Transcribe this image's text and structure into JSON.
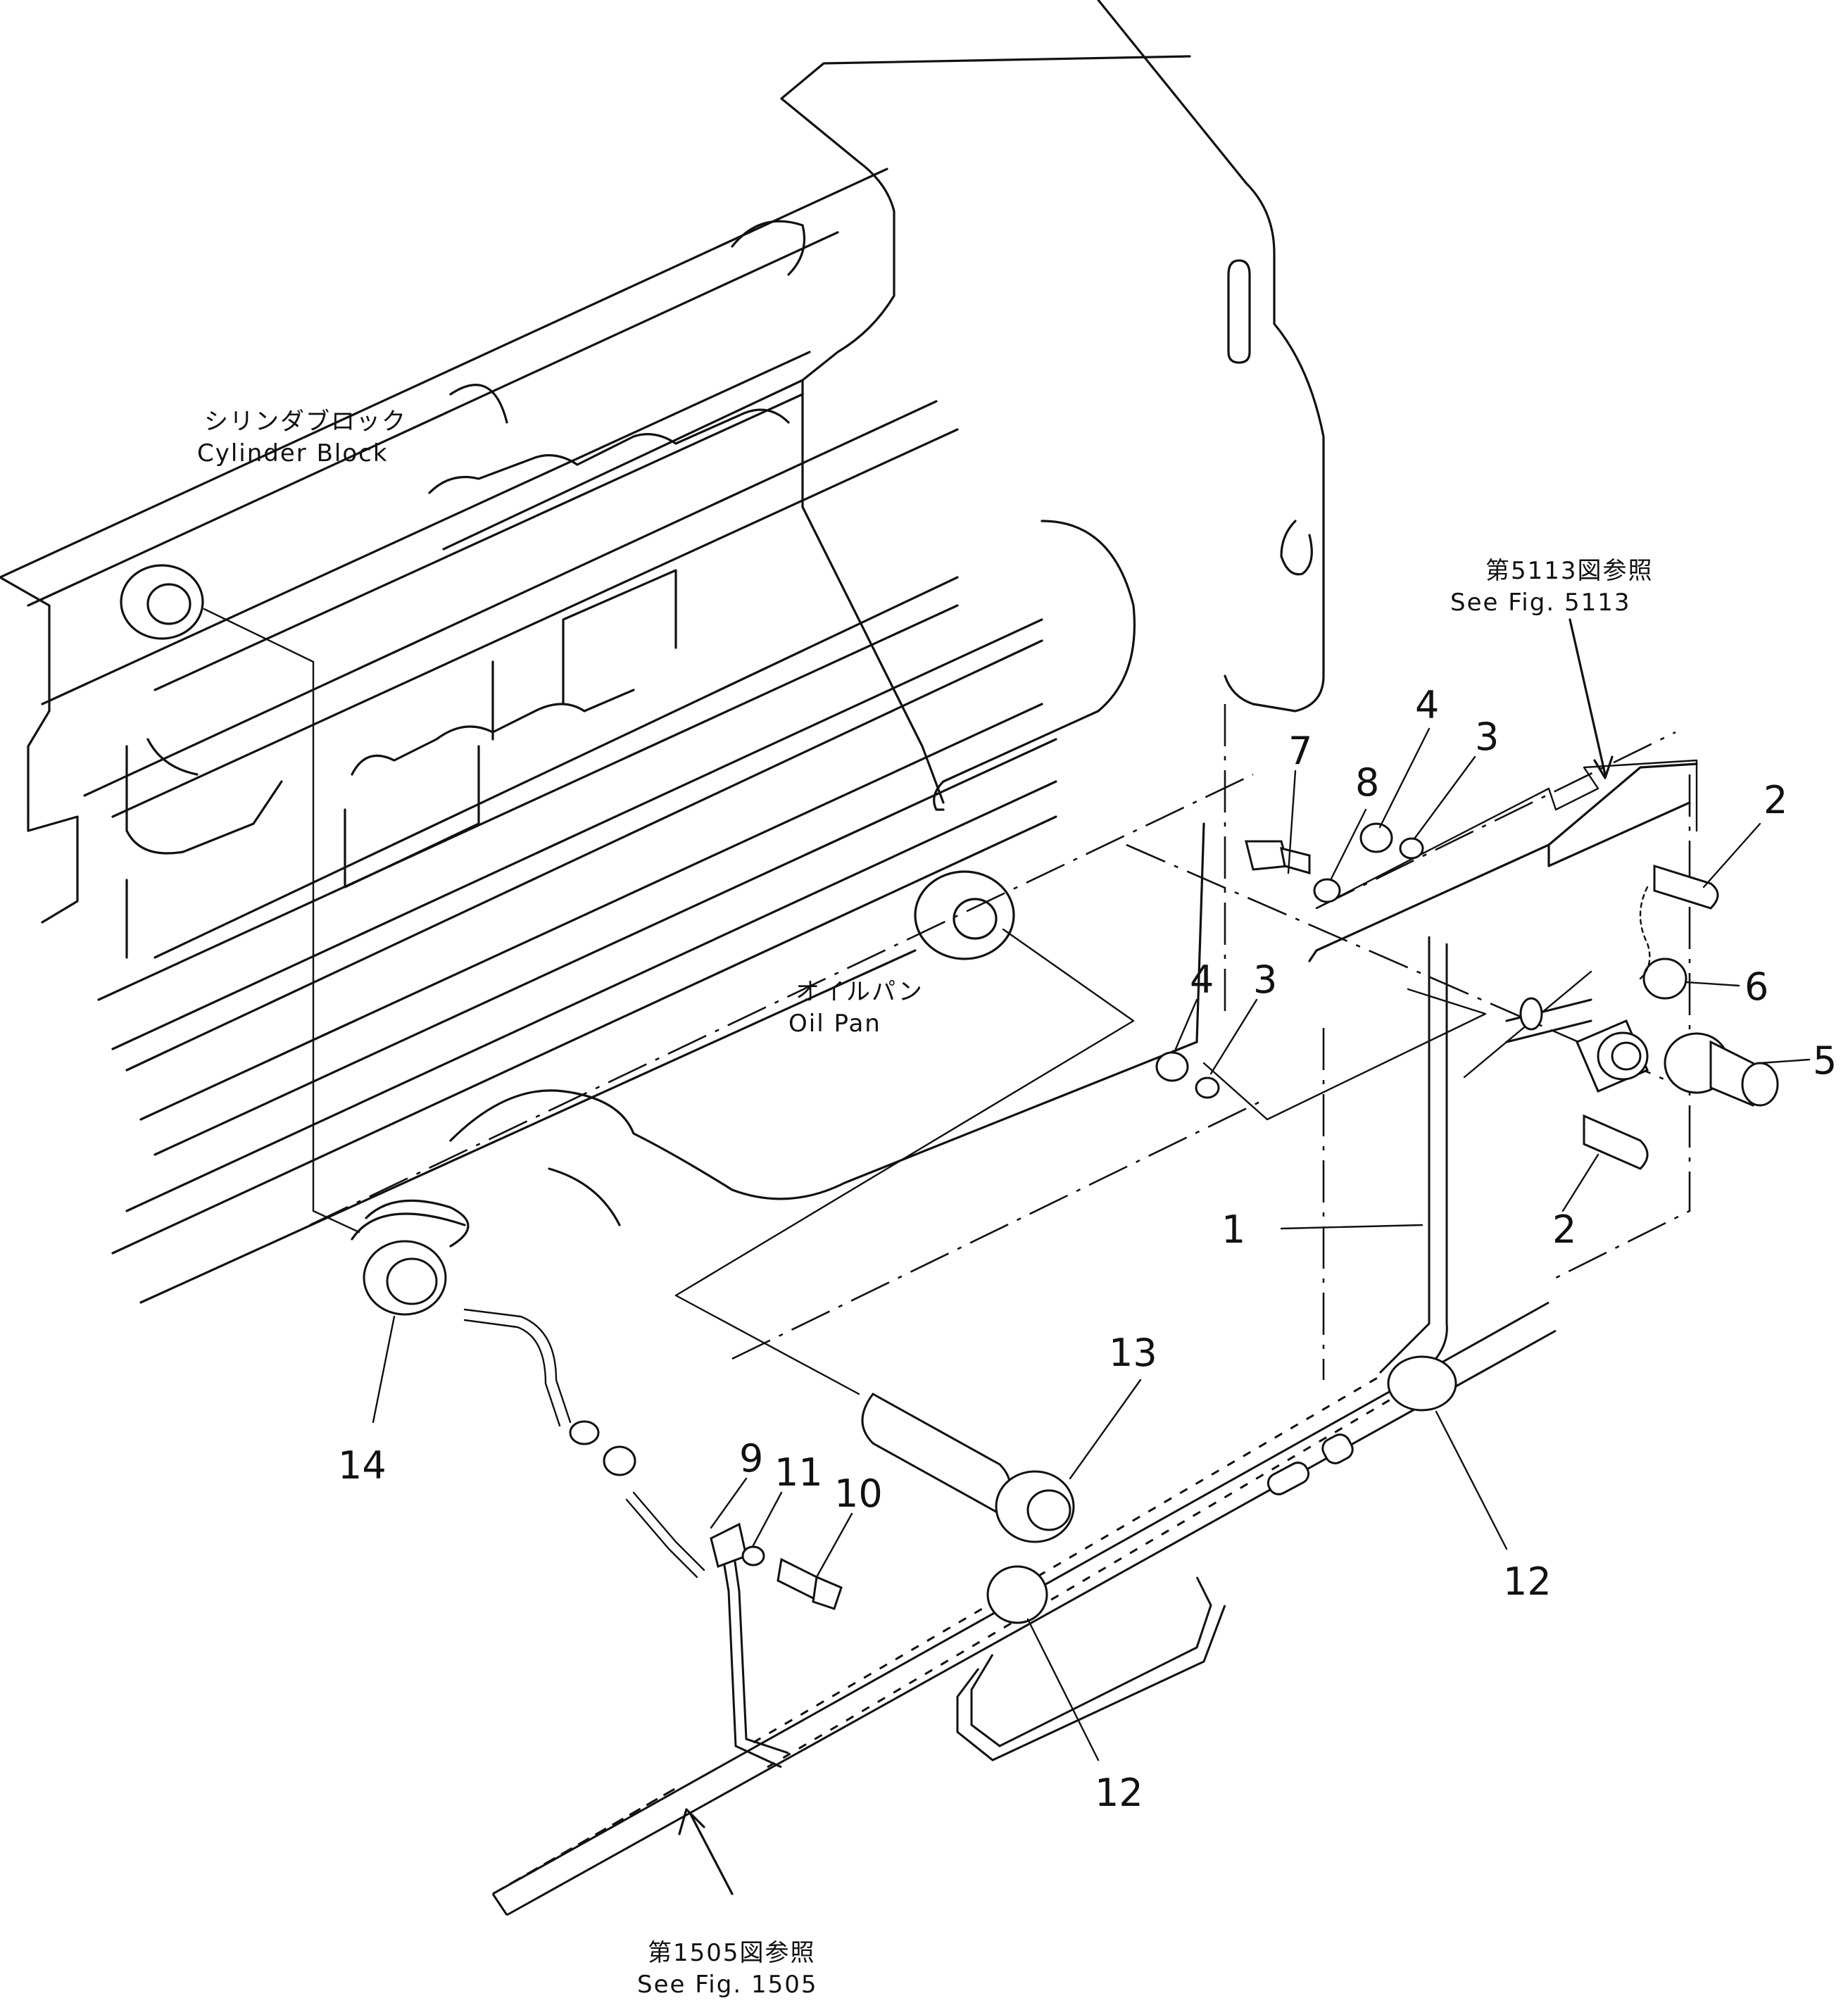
{
  "labels": {
    "cylinder_block_jp": "シリンダブロック",
    "cylinder_block_en": "Cylinder  Block",
    "oil_pan_jp": "オイルパン",
    "oil_pan_en": "Oil  Pan",
    "fig5113_jp": "第5113図参照",
    "fig5113_en": "See  Fig.  5113",
    "fig1505_jp": "第1505図参照",
    "fig1505_en": "See  Fig.  1505"
  },
  "callouts": {
    "c1": "1",
    "c2a": "2",
    "c2b": "2",
    "c3a": "3",
    "c3b": "3",
    "c4a": "4",
    "c4b": "4",
    "c5": "5",
    "c6": "6",
    "c7": "7",
    "c8": "8",
    "c9": "9",
    "c10": "10",
    "c11": "11",
    "c12a": "12",
    "c12b": "12",
    "c13": "13",
    "c14": "14"
  }
}
